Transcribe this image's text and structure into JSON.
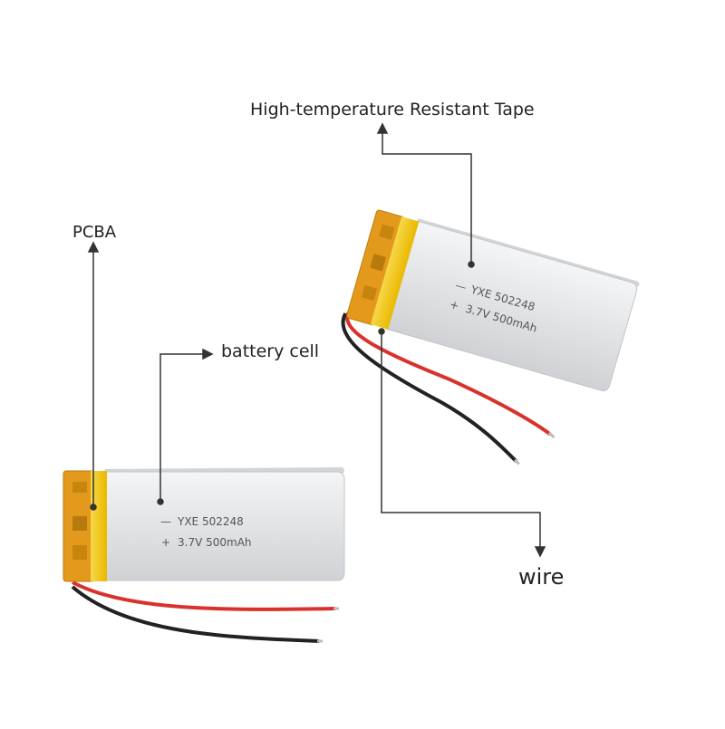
{
  "callouts": {
    "tape": "High-temperature Resistant Tape",
    "pcba": "PCBA",
    "cell": "battery cell",
    "wire": "wire"
  },
  "battery_label": {
    "minus": "—",
    "model": "YXE 502248",
    "plus": "+",
    "spec": "3.7V 500mAh"
  },
  "colors": {
    "tape": "#f2c200",
    "pcba": "#e39a1c",
    "cell_body": "#e3e4e6",
    "red_wire": "#d9322c",
    "black_wire": "#222222",
    "leader": "#333333"
  }
}
